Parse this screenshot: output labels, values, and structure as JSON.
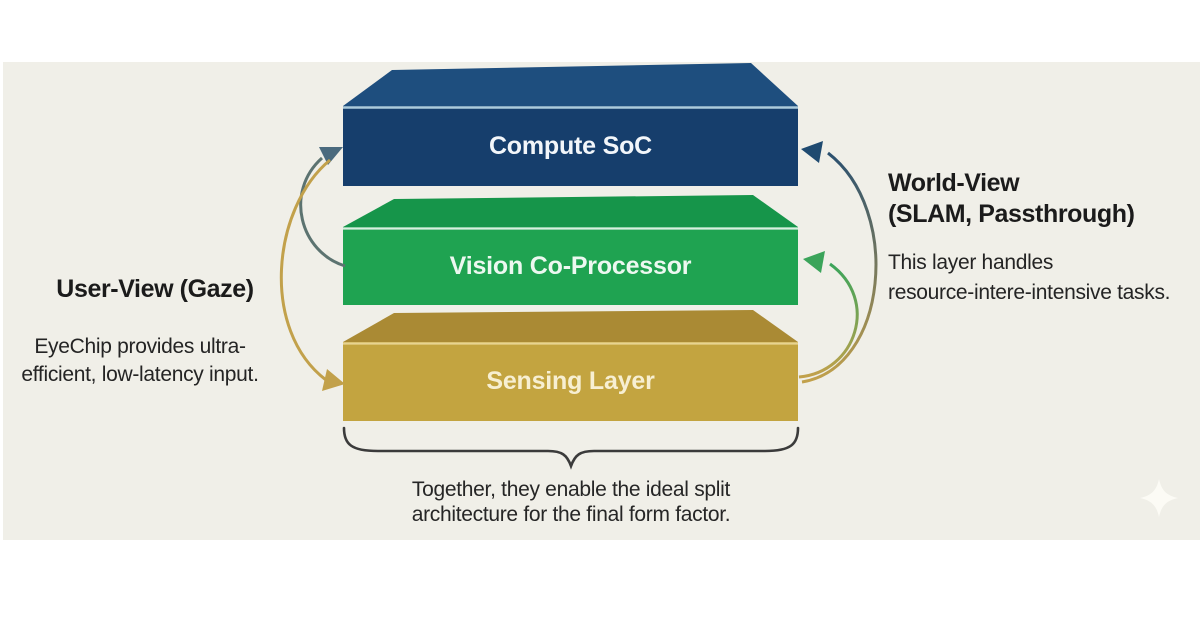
{
  "canvas": {
    "page_background": "#ffffff",
    "background": "#f0efe8",
    "heading_text_color": "#1b1b1b",
    "body_text_color": "#242424"
  },
  "layers": [
    {
      "label": "Compute SoC",
      "front_color": "#163e6c",
      "top_color": "#1e4e7e",
      "edge_color": "#accbdc",
      "label_color": "#f2f6fa"
    },
    {
      "label": "Vision Co-Processor",
      "front_color": "#1fa351",
      "top_color": "#16954a",
      "edge_color": "#d8efe0",
      "label_color": "#ecf8f0"
    },
    {
      "label": "Sensing Layer",
      "front_color": "#c3a440",
      "top_color": "#aa8a34",
      "edge_color": "#e7d391",
      "label_color": "#f7efd2"
    }
  ],
  "left_annotation": {
    "heading": "User-View (Gaze)",
    "body_line1": "EyeChip provides ultra-",
    "body_line2": "efficient, low-latency input."
  },
  "right_annotation": {
    "heading_line1": "World-View",
    "heading_line2": "(SLAM, Passthrough)",
    "body_line1": "This layer handles",
    "body_line2": "resource-intere-intensive tasks."
  },
  "caption": {
    "line1": "Together, they enable the ideal split",
    "line2": "architecture for the final form factor."
  },
  "arrows": {
    "left_vision_to_compute": {
      "stroke": "#5c7370",
      "head": "#4a6a7e"
    },
    "left_input_to_sensing": {
      "stroke": "#c2a14b",
      "head": "#c2a14b"
    },
    "right_sensing_to_compute": {
      "stroke_top": "#2b506f",
      "stroke_bottom": "#c2a14b",
      "head": "#1f4a70"
    },
    "right_sensing_to_vision": {
      "stroke_top": "#3ba45a",
      "stroke_bottom": "#c2a14b",
      "head": "#3ba45a"
    }
  },
  "brace": {
    "color": "#3b3b3b"
  },
  "icons": {
    "sparkle_color": "#fcfbf5"
  }
}
